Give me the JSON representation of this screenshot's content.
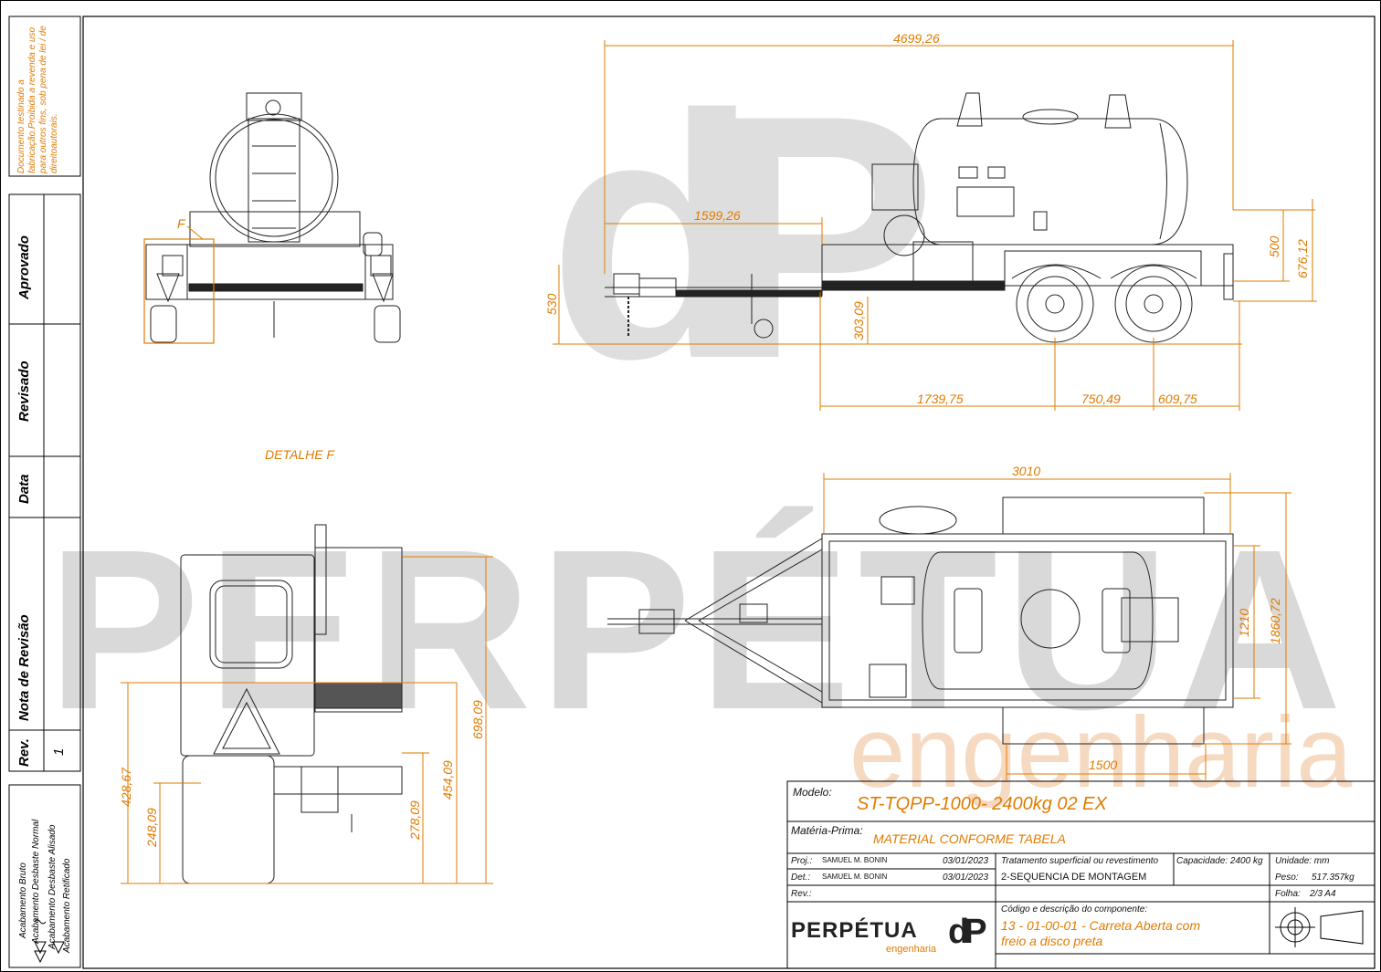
{
  "side_panel": {
    "copyright_note": "Documento testinado a fabricação.Proibida a revenda e uso para outros fins, sob pena de lei / de direitoautorais.",
    "rows": [
      "Aprovado",
      "Revisado",
      "Data",
      "Nota de Revisão",
      "Rev."
    ],
    "rev_value": "1",
    "finish_legend": [
      "Acabamento Bruto",
      "Acabamento Desbaste Normal",
      "Acabamento Desbaste Alisado",
      "Acabamento Retificado"
    ]
  },
  "watermark": {
    "brand": "PERPÉTUA",
    "sub": "engenharia",
    "mark": "dP"
  },
  "dimensions": {
    "overall_length": "4699,26",
    "hitch_to_tank": "1599,26",
    "hitch_height": "530",
    "frame_height": "303,09",
    "h500": "500",
    "h676": "676,12",
    "d1739": "1739,75",
    "d750": "750,49",
    "d609": "609,75",
    "width3010": "3010",
    "w1210": "1210",
    "w1860": "1860,72",
    "w1500": "1500",
    "d428": "428,67",
    "d248": "248,09",
    "d278": "278,09",
    "d454": "454,09",
    "d698": "698,09"
  },
  "labels": {
    "detail_marker": "F",
    "detail_title": "DETALHE F"
  },
  "title_block": {
    "modelo_label": "Modelo:",
    "modelo_value": "ST-TQPP-1000- 2400kg 02 EX",
    "materia_label": "Matéria-Prima:",
    "materia_value": "MATERIAL CONFORME TABELA",
    "proj_label": "Proj.:",
    "proj_name": "SAMUEL M. BONIN",
    "proj_date": "03/01/2023",
    "det_label": "Det.:",
    "det_name": "SAMUEL M. BONIN",
    "det_date": "03/01/2023",
    "rev_label": "Rev.:",
    "tratamento_label": "Tratamento superficial ou revestimento",
    "tratamento_value": "2-SEQUENCIA DE MONTAGEM",
    "capacidade": "Capacidade: 2400 kg",
    "unidade": "Unidade: mm",
    "peso_label": "Peso:",
    "peso_value": "517.357kg",
    "folha_label": "Folha:",
    "folha_value": "2/3  A4",
    "codigo_label": "Código e descrição do componente:",
    "codigo_value_1": "13 - 01-00-01 - Carreta Aberta com",
    "codigo_value_2": "freio a disco preta",
    "logo_brand": "PERPÉTUA",
    "logo_sub": "engenharia",
    "logo_mark": "dP"
  }
}
